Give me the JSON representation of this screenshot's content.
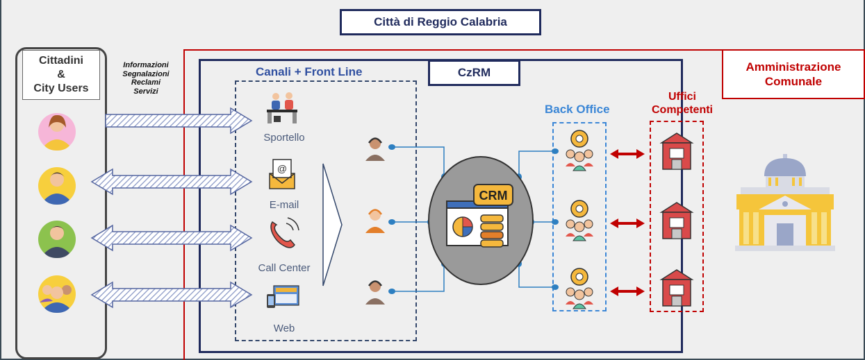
{
  "title": "Città di Reggio Calabria",
  "admin_label": [
    "Amministrazione",
    "Comunale"
  ],
  "czrm_label": "CzRM",
  "citizens_label": [
    "Cittadini",
    "&",
    "City Users"
  ],
  "info_lines": [
    "Informazioni",
    "Segnalazioni",
    "Reclami",
    "Servizi"
  ],
  "front_title": "Canali + Front Line",
  "channels": [
    "Sportello",
    "E-mail",
    "Call Center",
    "Web"
  ],
  "crm_label": "CRM",
  "back_office_title": "Back Office",
  "uffici_title": [
    "Uffici",
    "Competenti"
  ],
  "colors": {
    "navy": "#1f2a5c",
    "red": "#c00000",
    "blue": "#3a86d6",
    "line": "#2d7fc1"
  },
  "icons": [
    "counter-icon",
    "email-icon",
    "phone-icon",
    "web-icon",
    "operator-icon",
    "crm-icon",
    "team-icon",
    "office-building-icon",
    "city-hall-icon"
  ]
}
